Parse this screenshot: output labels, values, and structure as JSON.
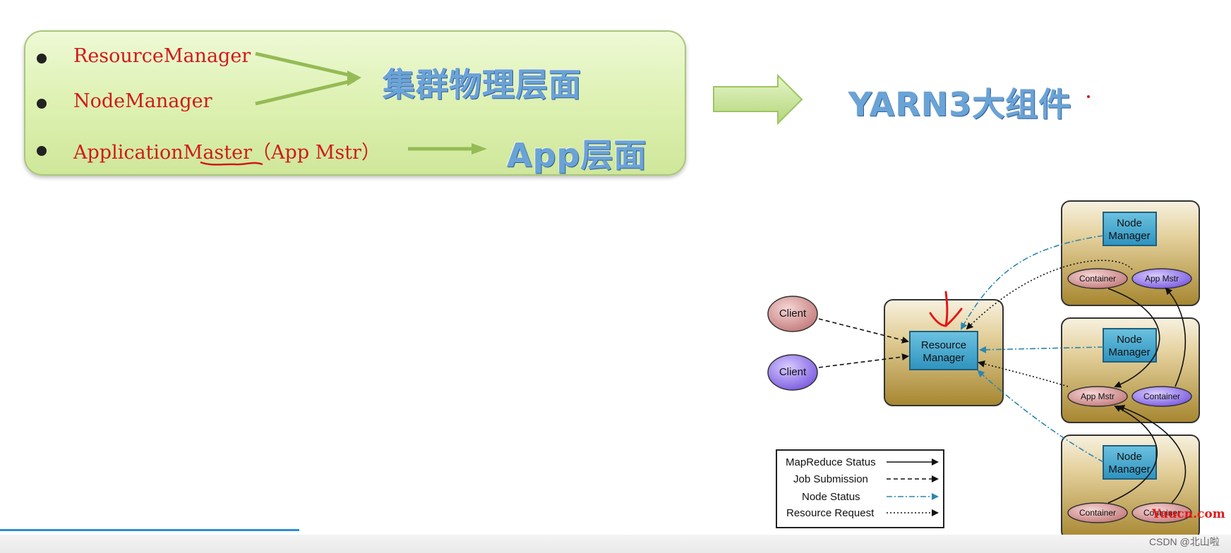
{
  "components": [
    {
      "name": "ResourceManager"
    },
    {
      "name": "NodeManager"
    },
    {
      "name": "ApplicationMaster",
      "suffix": "（App Mstr）"
    }
  ],
  "layers": {
    "cluster": "集群物理层面",
    "app": "App层面"
  },
  "summary": "YARN3大组件",
  "diagram": {
    "clients": [
      "Client",
      "Client"
    ],
    "resource_manager": [
      "Resource",
      "Manager"
    ],
    "node_manager": [
      "Node",
      "Manager"
    ],
    "container": "Container",
    "app_master": "App Mstr"
  },
  "legend": [
    {
      "label": "MapReduce Status",
      "style": "solid"
    },
    {
      "label": "Job Submission",
      "style": "dashed"
    },
    {
      "label": "Node Status",
      "style": "dashdot"
    },
    {
      "label": "Resource Request",
      "style": "dotted"
    }
  ],
  "watermark": "Yuucn.com",
  "credit": "CSDN @北山啦",
  "colors": {
    "red_text": "#d11a1a",
    "blue_title": "#6aa3d6",
    "node_status": "#2a86b0"
  }
}
